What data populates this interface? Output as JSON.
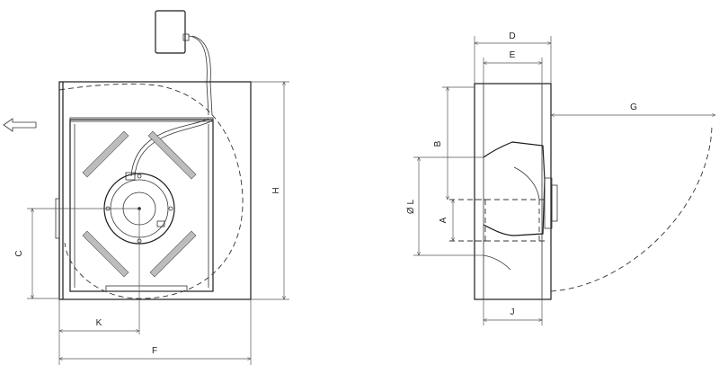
{
  "labels": {
    "front": {
      "C": "C",
      "K": "K",
      "F": "F",
      "H": "H"
    },
    "side": {
      "D": "D",
      "E": "E",
      "G": "G",
      "B": "B",
      "A": "A",
      "L": "Ø L",
      "J": "J"
    }
  },
  "icons": {
    "airflow": "arrow-left-icon",
    "terminal_box": "terminal-box-icon"
  }
}
